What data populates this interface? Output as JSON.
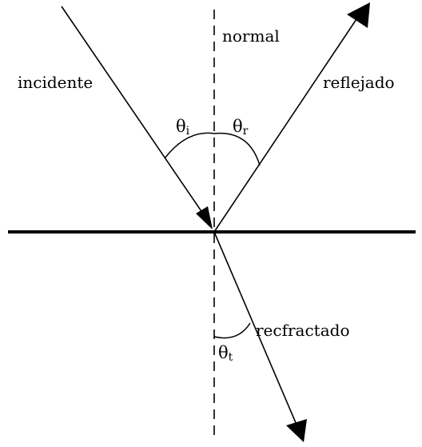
{
  "labels": {
    "normal": "normal",
    "incident": "incidente",
    "reflected": "reflejado",
    "refracted": "recfractado"
  },
  "angles": {
    "incidence": {
      "symbol": "θ",
      "subscript": "i"
    },
    "reflection": {
      "symbol": "θ",
      "subscript": "r"
    },
    "refraction": {
      "symbol": "θ",
      "subscript": "t"
    }
  },
  "colors": {
    "line": "#000000",
    "background": "#ffffff"
  }
}
